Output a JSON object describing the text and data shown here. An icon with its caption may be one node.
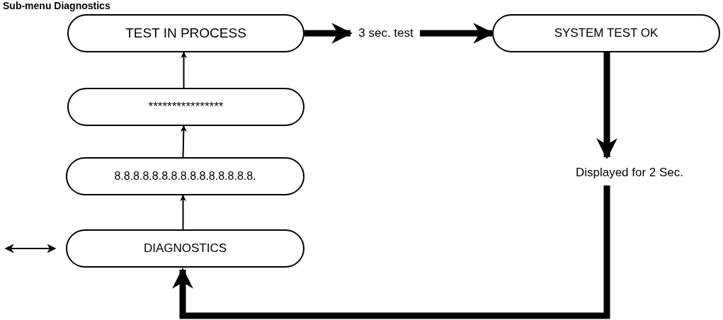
{
  "diagram": {
    "title": "Sub-menu Diagnostics",
    "nodes": [
      {
        "text": [
          "TEST IN PROCESS"
        ]
      },
      {
        "text": [
          "****************"
        ]
      },
      {
        "text": [
          "8.8.8.8.8.8.8.8.8.8.8.8.8.8.8."
        ]
      },
      {
        "text": [
          "DIAGNOSTICS"
        ]
      },
      {
        "text": [
          "3 sec. test"
        ]
      },
      {
        "text": [
          "SYSTEM TEST OK"
        ]
      },
      {
        "text": [
          "Displayed for 2 Sec."
        ]
      }
    ],
    "edges": [
      {
        "from": 3,
        "to": 2,
        "arrow": "to"
      },
      {
        "from": 2,
        "to": 1,
        "arrow": "to"
      },
      {
        "from": 1,
        "to": 0,
        "arrow": "to"
      },
      {
        "from": 0,
        "to": 4,
        "arrow": "to",
        "style": "thick"
      },
      {
        "from": 4,
        "to": 5,
        "arrow": "to",
        "style": "thick"
      },
      {
        "from": 5,
        "to": 6,
        "arrow": "to",
        "style": "thick"
      },
      {
        "from": 6,
        "to": 3,
        "arrow": "to",
        "style": "thick"
      },
      {
        "from": null,
        "to": 3,
        "arrow": "both"
      }
    ]
  }
}
